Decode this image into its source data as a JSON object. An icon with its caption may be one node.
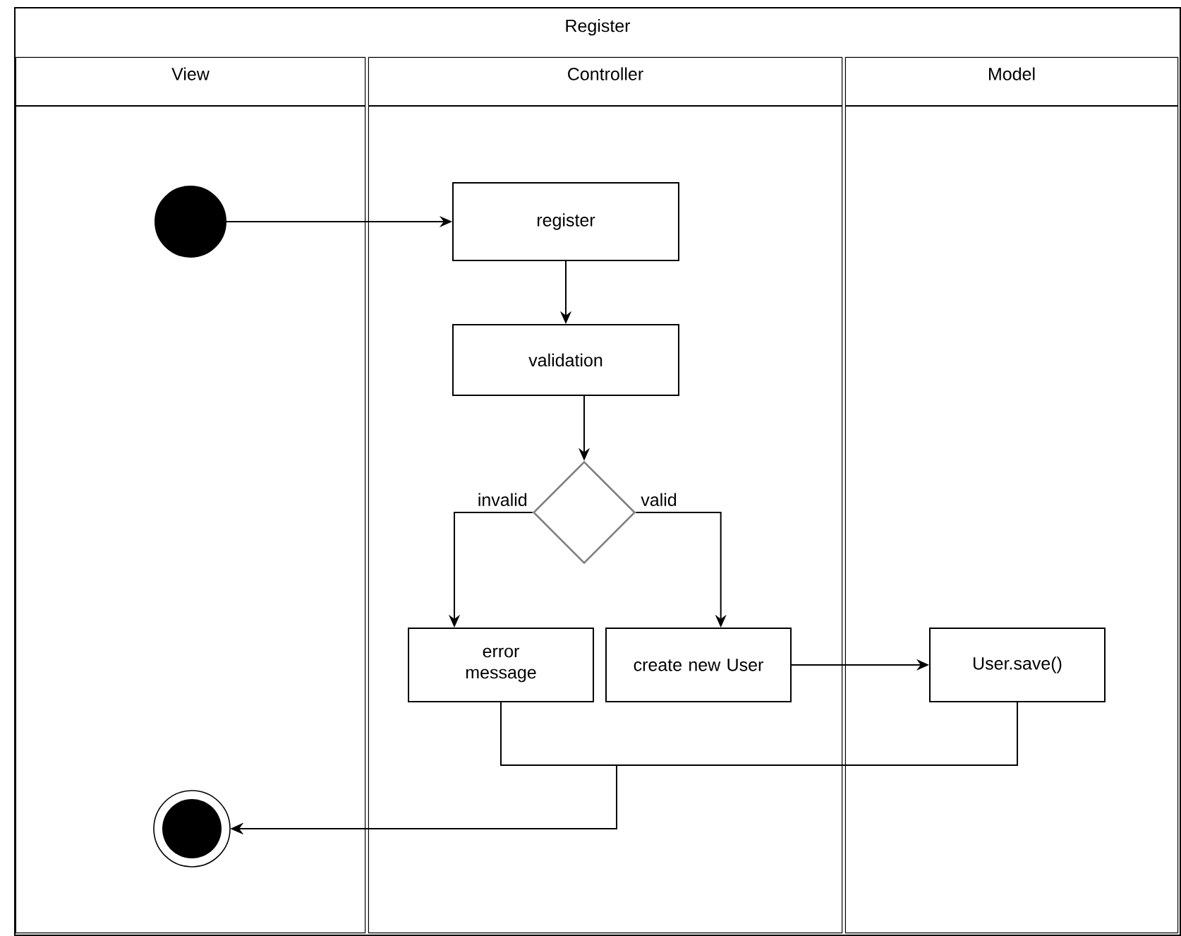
{
  "diagram": {
    "nodes": [
      {
        "text": [
          "Register"
        ]
      },
      {
        "text": [
          "View"
        ],
        "in": 0
      },
      {
        "text": [
          "Controller"
        ],
        "in": 0
      },
      {
        "text": [
          "Model"
        ],
        "in": 0
      },
      {
        "text": [],
        "shape": "circle",
        "in": 1
      },
      {
        "text": [
          "register"
        ],
        "in": 2
      },
      {
        "text": [
          "validation"
        ],
        "in": 2
      },
      {
        "text": [],
        "shape": "diamond",
        "in": 2
      },
      {
        "text": [
          "error message"
        ],
        "in": 2
      },
      {
        "text": [
          "create new User"
        ],
        "in": 2
      },
      {
        "text": [
          "User.save()"
        ],
        "in": 3
      },
      {
        "text": [],
        "shape": "circle",
        "in": 1
      }
    ],
    "edges": [
      {
        "from": 4,
        "to": 5,
        "arrow": "to"
      },
      {
        "from": 5,
        "to": 6,
        "arrow": "to"
      },
      {
        "from": 6,
        "to": 7,
        "arrow": "to"
      },
      {
        "from": 7,
        "to": 8,
        "arrow": "to",
        "label": "invalid"
      },
      {
        "from": 7,
        "to": 9,
        "arrow": "to",
        "label": "valid"
      },
      {
        "from": 9,
        "to": 10,
        "arrow": "to"
      },
      {
        "from": 8,
        "to": 11,
        "arrow": "to"
      },
      {
        "from": 10,
        "to": 11,
        "arrow": "to"
      }
    ]
  }
}
